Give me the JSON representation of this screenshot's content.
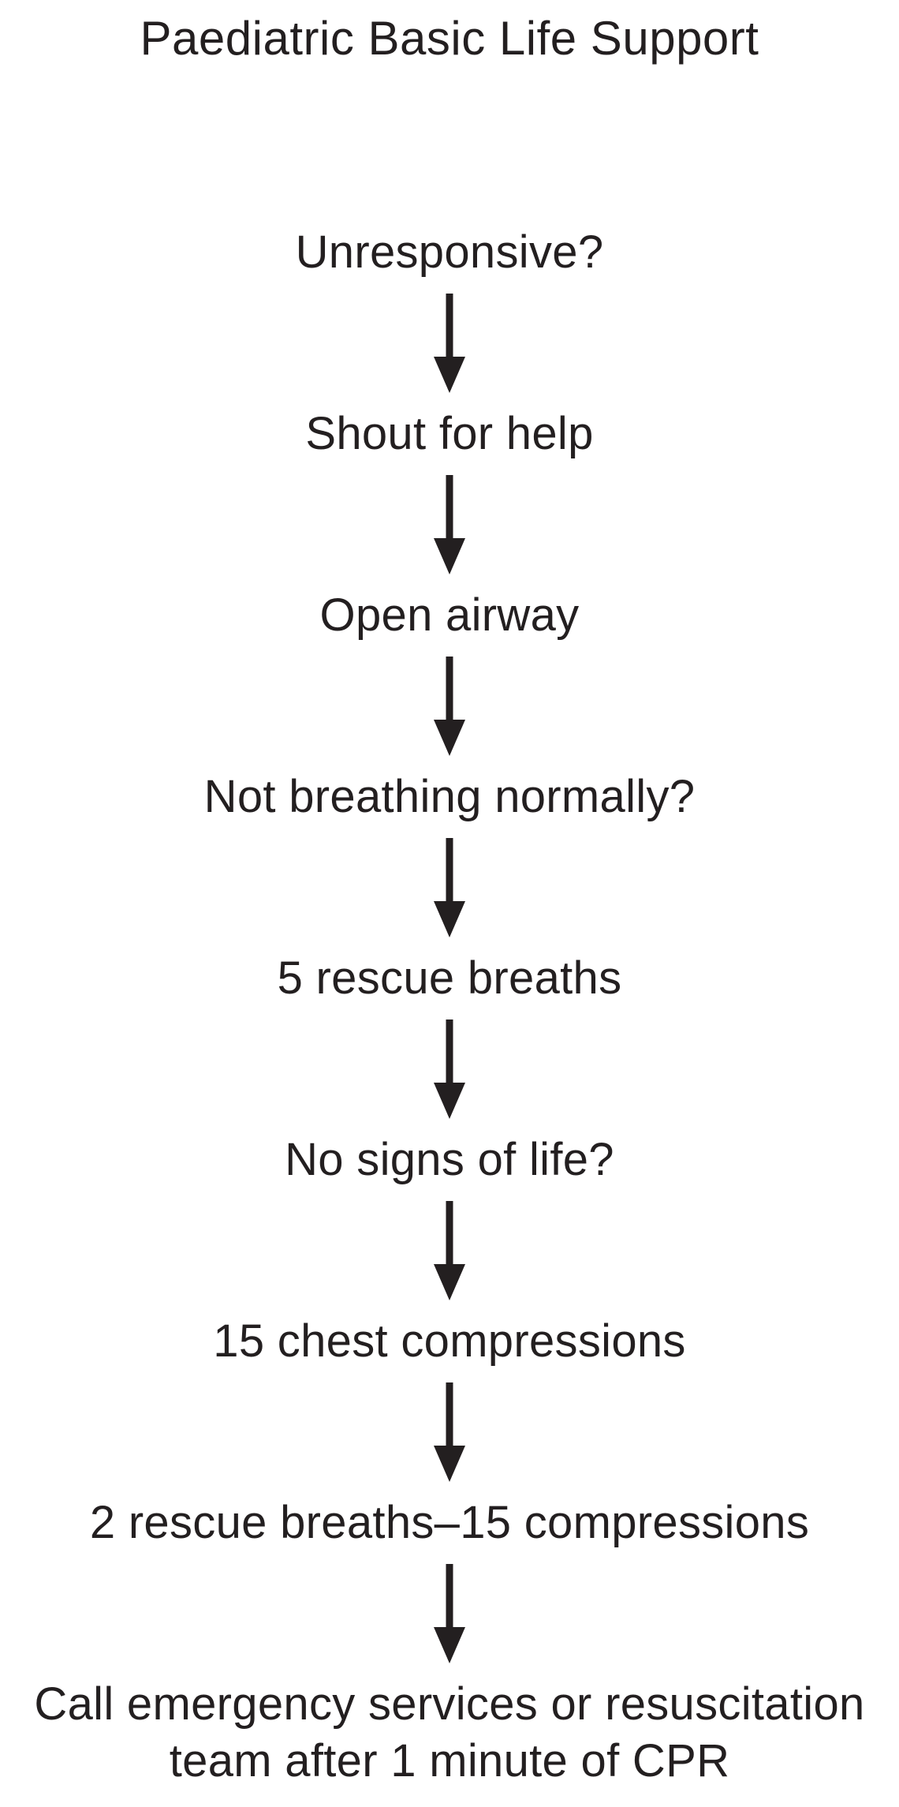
{
  "page": {
    "title": "Paediatric Basic Life Support"
  },
  "flowchart": {
    "connector_icon": "down-arrow",
    "steps": [
      {
        "id": "unresponsive",
        "label": "Unresponsive?"
      },
      {
        "id": "shout-for-help",
        "label": "Shout for help"
      },
      {
        "id": "open-airway",
        "label": "Open airway"
      },
      {
        "id": "not-breathing",
        "label": "Not breathing normally?"
      },
      {
        "id": "rescue-breaths",
        "label": "5 rescue breaths"
      },
      {
        "id": "no-signs-of-life",
        "label": "No signs of life?"
      },
      {
        "id": "chest-compressions",
        "label": "15 chest compressions"
      },
      {
        "id": "cpr-ratio",
        "label": "2 rescue breaths–15 compressions"
      },
      {
        "id": "call-emergency",
        "label": "Call emergency services or resuscitation team after 1 minute of CPR"
      }
    ]
  },
  "colors": {
    "background": "#ffffff",
    "text": "#231f20",
    "arrow": "#231f20"
  }
}
